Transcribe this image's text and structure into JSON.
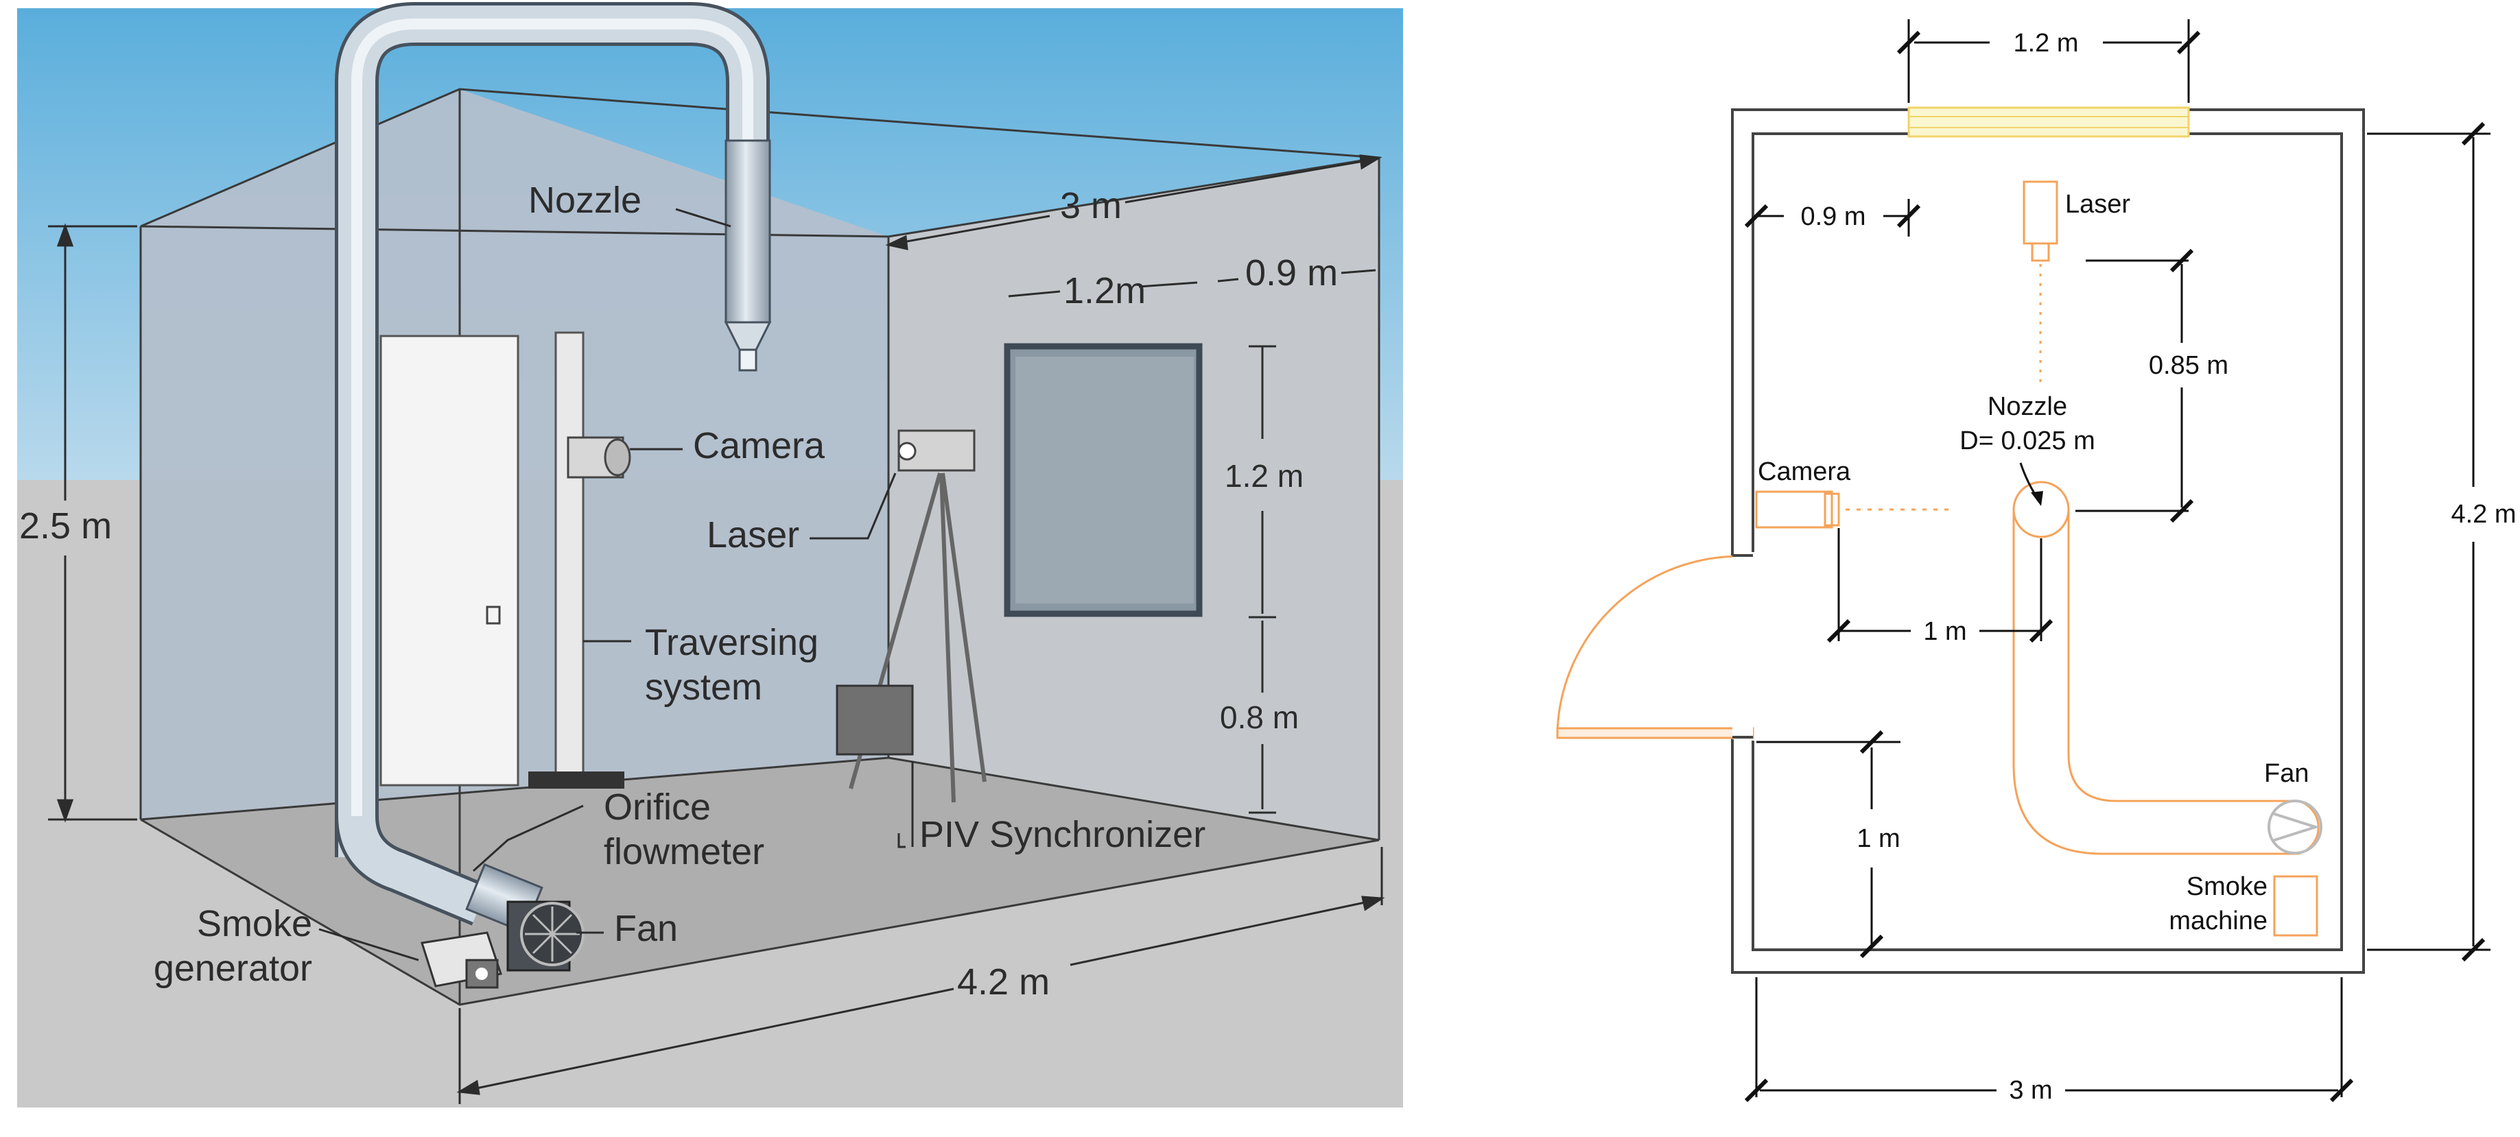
{
  "perspective_view": {
    "labels": {
      "nozzle": "Nozzle",
      "camera": "Camera",
      "laser": "Laser",
      "traversing_1": "Traversing",
      "traversing_2": "system",
      "orifice_1": "Orifice",
      "orifice_2": "flowmeter",
      "piv": "PIV Synchronizer",
      "fan": "Fan",
      "smoke_1": "Smoke",
      "smoke_2": "generator"
    },
    "dimensions": {
      "height": "2.5 m",
      "width": "3 m",
      "window_width": "1.2m",
      "window_offset": "0.9 m",
      "window_height": "1.2 m",
      "sill_height": "0.8 m",
      "length": "4.2 m"
    },
    "colors": {
      "sky_top": "#5aaedc",
      "sky_bottom": "#b9d9ec",
      "ground": "#c9c9c9",
      "wall_back": "#b3bfcc",
      "wall_right": "#c4c8cc",
      "duct": "#c8d3de"
    }
  },
  "plan_view": {
    "labels": {
      "laser": "Laser",
      "nozzle": "Nozzle",
      "nozzle_d": "D= 0.025 m",
      "camera": "Camera",
      "fan": "Fan",
      "smoke_1": "Smoke",
      "smoke_2": "machine"
    },
    "dimensions": {
      "window_width": "1.2 m",
      "window_offset": "0.9 m",
      "laser_to_nozzle": "0.85 m",
      "camera_to_nozzle": "1 m",
      "door_offset": "1 m",
      "length": "4.2 m",
      "width": "3 m"
    },
    "colors": {
      "wall": "#444444",
      "equipment": "#f5a35a",
      "window": "#f3e58a"
    }
  }
}
